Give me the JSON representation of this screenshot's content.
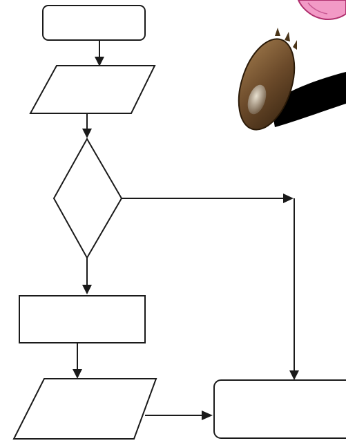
{
  "diagram": {
    "type": "flowchart",
    "colors": {
      "stroke": "#1a1a1a",
      "fill": "#ffffff",
      "flower_pink": "#f29ac6",
      "flower_outline": "#b0306e",
      "button_brown": "#6b4a2a",
      "button_highlight": "#d8c9b0",
      "handle_black": "#000000"
    },
    "nodes": [
      {
        "id": "start-terminator",
        "shape": "rounded-rectangle",
        "label": ""
      },
      {
        "id": "input-1",
        "shape": "parallelogram",
        "label": ""
      },
      {
        "id": "decision",
        "shape": "diamond",
        "label": ""
      },
      {
        "id": "process",
        "shape": "rectangle",
        "label": ""
      },
      {
        "id": "input-2",
        "shape": "parallelogram",
        "label": ""
      },
      {
        "id": "end-terminator",
        "shape": "rounded-rectangle",
        "label": ""
      }
    ],
    "edges": [
      {
        "from": "start-terminator",
        "to": "input-1"
      },
      {
        "from": "input-1",
        "to": "decision"
      },
      {
        "from": "decision",
        "to": "process"
      },
      {
        "from": "decision",
        "to": "end-terminator"
      },
      {
        "from": "process",
        "to": "input-2"
      },
      {
        "from": "input-2",
        "to": "end-terminator"
      }
    ],
    "clipart": [
      "pink-flower-icon",
      "brown-button-icon"
    ]
  }
}
